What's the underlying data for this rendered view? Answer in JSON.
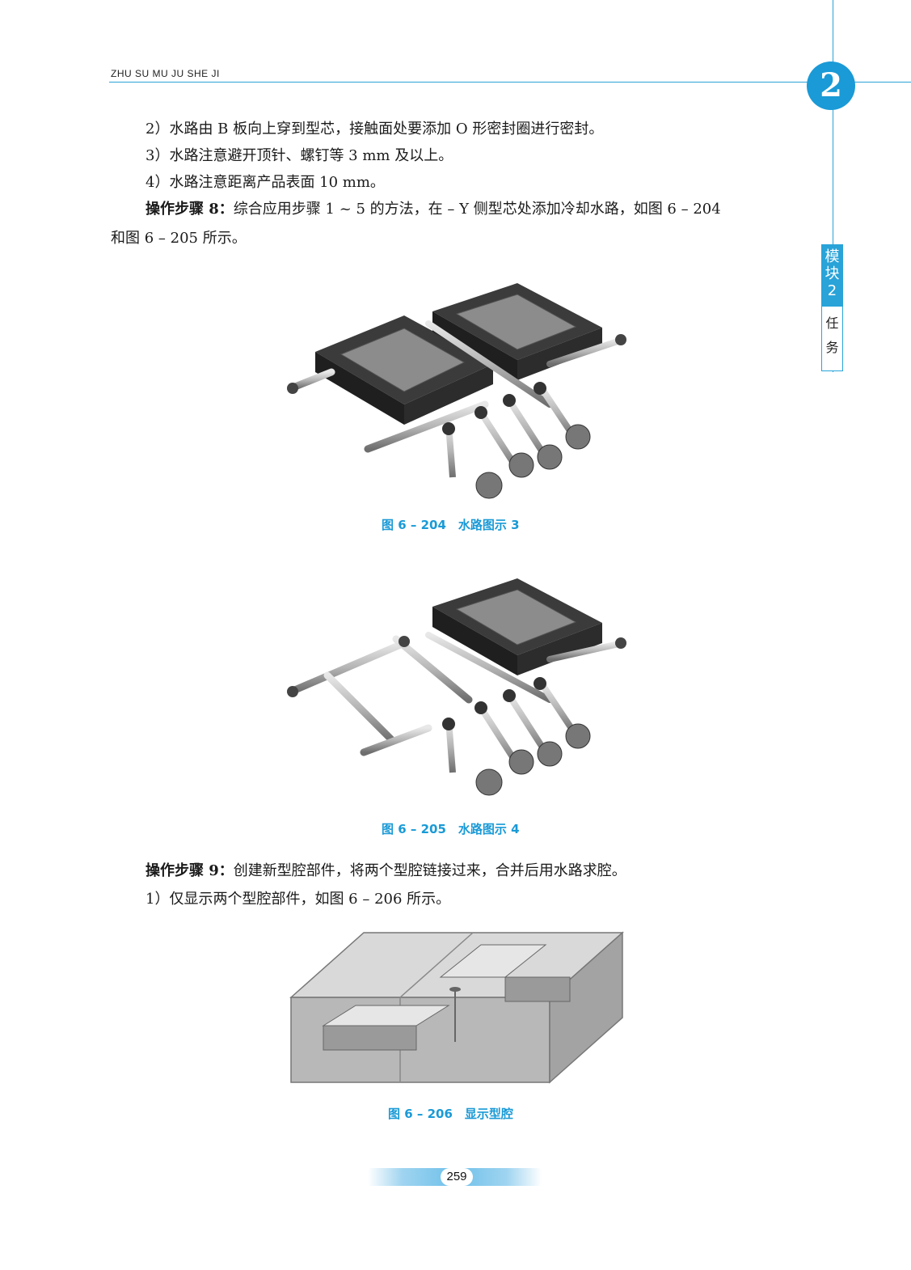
{
  "header": {
    "running_head": "ZHU SU MU JU SHE JI",
    "chapter_number": "2"
  },
  "module_tab": {
    "top_lines": [
      "模",
      "块",
      "2"
    ],
    "bottom_lines": [
      "任",
      "务"
    ]
  },
  "body": {
    "para_2": "2）水路由 B 板向上穿到型芯，接触面处要添加 O 形密封圈进行密封。",
    "para_3": "3）水路注意避开顶针、螺钉等 3 mm 及以上。",
    "para_4": "4）水路注意距离产品表面 10 mm。",
    "step8_label": "操作步骤 8：",
    "step8_text": "综合应用步骤 1 ~ 5 的方法，在 – Y 侧型芯处添加冷却水路，如图 6 – 204",
    "step8_cont": "和图 6 – 205 所示。",
    "step9_label": "操作步骤 9：",
    "step9_text": "创建新型腔部件，将两个型腔链接过来，合并后用水路求腔。",
    "step9_sub1": "1）仅显示两个型腔部件，如图 6 – 206 所示。"
  },
  "figures": {
    "fig204_caption": "图 6 – 204　水路图示 3",
    "fig205_caption": "图 6 – 205　水路图示 4",
    "fig206_caption": "图 6 – 206　显示型腔"
  },
  "footer": {
    "page_number": "259"
  },
  "colors": {
    "accent": "#1a9ad6",
    "rule": "#29a3d8"
  }
}
